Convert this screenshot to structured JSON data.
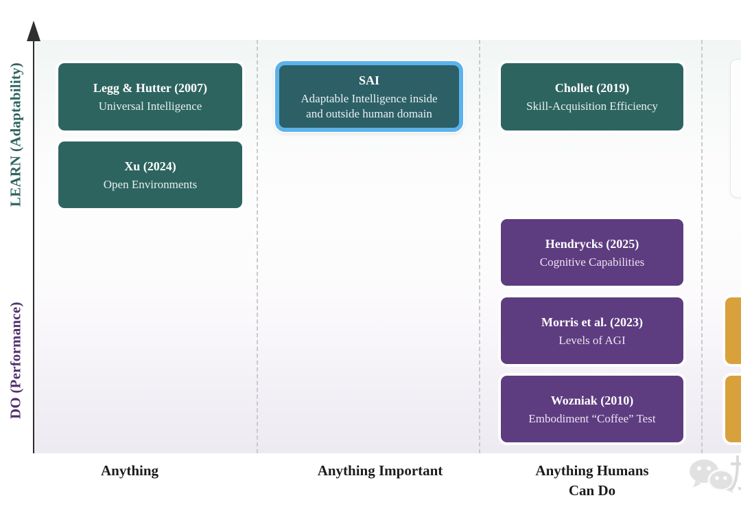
{
  "chart_data": {
    "type": "diagram",
    "title": "",
    "xlabel": "",
    "ylabel": "",
    "grid": "dashed-vertical",
    "legend": "none",
    "axes": {
      "y_upper_label": "LEARN (Adaptability)",
      "y_lower_label": "DO (Performance)",
      "y_upper_color": "#2e6460",
      "y_lower_color": "#51306f",
      "y_arrow": "up-arrow-icon",
      "x_categories": [
        "Anything",
        "Anything Important",
        "Anything Humans Can Do"
      ]
    },
    "colors": {
      "teal": "#2e6460",
      "purple": "#5e3c80",
      "orange": "#d9a13c",
      "highlight_border": "#5cb3ec",
      "plot_top": "#f1f6f5",
      "plot_bottom": "#edeaf1",
      "divider": "#c9c9cf"
    },
    "nodes": [
      {
        "id": "legg-hutter",
        "title": "Legg & Hutter (2007)",
        "subtitle": "Universal Intelligence",
        "category": "Anything",
        "band": "LEARN",
        "color": "teal",
        "highlighted": false
      },
      {
        "id": "xu",
        "title": "Xu (2024)",
        "subtitle": "Open Environments",
        "category": "Anything",
        "band": "LEARN",
        "color": "teal",
        "highlighted": false
      },
      {
        "id": "sai",
        "title": "SAI",
        "subtitle": "Adaptable Intelligence inside and outside human domain",
        "category": "Anything Important",
        "band": "LEARN",
        "color": "teal",
        "highlighted": true
      },
      {
        "id": "chollet",
        "title": "Chollet (2019)",
        "subtitle": "Skill-Acquisition Efficiency",
        "category": "Anything Humans Can Do",
        "band": "LEARN",
        "color": "teal",
        "highlighted": false
      },
      {
        "id": "hendrycks",
        "title": "Hendrycks (2025)",
        "subtitle": "Cognitive Capabilities",
        "category": "Anything Humans Can Do",
        "band": "DO",
        "color": "purple",
        "highlighted": false
      },
      {
        "id": "morris",
        "title": "Morris et al. (2023)",
        "subtitle": "Levels of AGI",
        "category": "Anything Humans Can Do",
        "band": "DO",
        "color": "purple",
        "highlighted": false
      },
      {
        "id": "wozniak",
        "title": "Wozniak (2010)",
        "subtitle": "Embodiment “Coffee” Test",
        "category": "Anything Humans Can Do",
        "band": "DO",
        "color": "purple",
        "highlighted": false
      },
      {
        "id": "orange-1",
        "title": "",
        "subtitle": "",
        "category": "offscreen-right",
        "band": "DO",
        "color": "orange",
        "highlighted": false
      },
      {
        "id": "orange-2",
        "title": "",
        "subtitle": "",
        "category": "offscreen-right",
        "band": "DO",
        "color": "orange",
        "highlighted": false
      }
    ]
  },
  "axis": {
    "y_upper": "LEARN (Adaptability)",
    "y_lower": "DO (Performance)",
    "x_ticks": [
      "Anything",
      "Anything Important",
      "Anything Humans",
      "Can Do"
    ]
  },
  "nodes": {
    "legg_hutter": {
      "title": "Legg & Hutter (2007)",
      "subtitle": "Universal Intelligence"
    },
    "xu": {
      "title": "Xu (2024)",
      "subtitle": "Open Environments"
    },
    "sai": {
      "title": "SAI",
      "subtitle_line1": "Adaptable Intelligence inside",
      "subtitle_line2": "and outside human domain"
    },
    "chollet": {
      "title": "Chollet (2019)",
      "subtitle": "Skill-Acquisition Efficiency"
    },
    "hendrycks": {
      "title": "Hendrycks (2025)",
      "subtitle": "Cognitive Capabilities"
    },
    "morris": {
      "title": "Morris et al. (2023)",
      "subtitle": "Levels of AGI"
    },
    "wozniak": {
      "title": "Wozniak (2010)",
      "subtitle": "Embodiment “Coffee” Test"
    }
  },
  "watermark": {
    "icon": "wechat-icon",
    "glyph": "加"
  }
}
